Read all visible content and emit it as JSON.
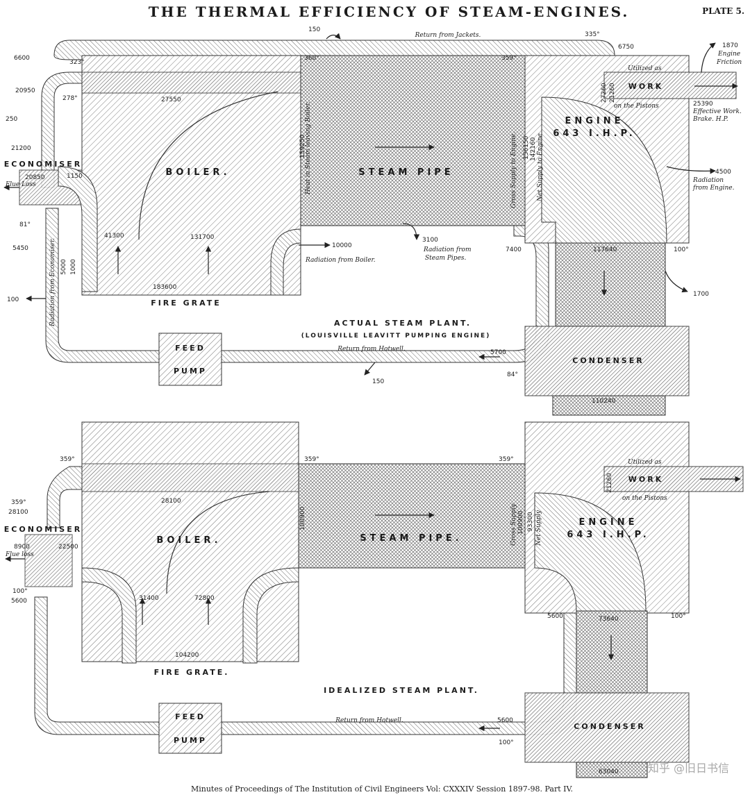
{
  "title": "THE THERMAL EFFICIENCY OF STEAM-ENGINES.",
  "plate": "PLATE 5.",
  "footer": "Minutes of Proceedings of The Institution of Civil Engineers Vol: CXXXIV Session 1897-98. Part IV.",
  "watermark": "知乎 @旧日书信",
  "actual": {
    "caption": "ACTUAL STEAM PLANT.",
    "subcaption": "(LOUISVILLE LEAVITT PUMPING ENGINE)",
    "boiler": "BOILER.",
    "steam_pipe": "STEAM PIPE",
    "engine": "ENGINE",
    "engine_hp": "643 I.H.P.",
    "condenser": "CONDENSER",
    "economiser": "ECONOMISER",
    "feed": "FEED",
    "pump": "PUMP",
    "fire_grate": "FIRE GRATE",
    "work": "WORK",
    "return_jackets": "Return from Jackets.",
    "return_hotwell": "Return from Hotwell.",
    "flue_loss": "Flue Loss",
    "radiation_boiler": "Radiation from Boiler.",
    "radiation_pipes_1": "Radiation from",
    "radiation_pipes_2": "Steam Pipes.",
    "radiation_engine_1": "Radiation",
    "radiation_engine_2": "from Engine.",
    "radiation_economiser": "Radiation from Economiser.",
    "utilized_as": "Utilized as",
    "on_pistons": "on the Pistons",
    "effective_work_1": "Effective Work.",
    "effective_work_2": "Brake. H.P.",
    "engine_friction_1": "Engine",
    "engine_friction_2": "Friction",
    "heat_steam_boiler": "Heat in Steam leaving Boiler.",
    "gross_supply": "Gross Supply to Engine.",
    "net_supply": "Net Supply to Engine",
    "numbers": {
      "n150a": "150",
      "n335": "335°",
      "n6750": "6750",
      "n1870": "1870",
      "n6600": "6600",
      "n323": "323°",
      "n360": "360°",
      "n359": "359°",
      "n20950": "20950",
      "n278": "278°",
      "n27550": "27550",
      "n27260": "27260",
      "n21260": "21260",
      "n25390": "25390",
      "n250": "250",
      "n21200": "21200",
      "n159250": "159250",
      "n156150": "156150",
      "n142160": "142160",
      "n4500": "4500",
      "n20850": "20850",
      "n1150": "1150",
      "n81": "81°",
      "n5450": "5450",
      "n5000": "5000",
      "n1000": "1000",
      "n41300": "41300",
      "n131700": "131700",
      "n10000": "10000",
      "n3100": "3100",
      "n7400": "7400",
      "n117640": "117640",
      "n100": "100°",
      "n183600": "183600",
      "n1700": "1700",
      "n100b": "100",
      "n5700": "5700",
      "n84": "84°",
      "n150b": "150",
      "n110240": "110240"
    }
  },
  "ideal": {
    "caption": "IDEALIZED STEAM PLANT.",
    "boiler": "BOILER.",
    "steam_pipe": "STEAM PIPE.",
    "engine": "ENGINE",
    "engine_hp": "643 I.H.P.",
    "condenser": "CONDENSER",
    "economiser": "ECONOMISER",
    "feed": "FEED",
    "pump": "PUMP",
    "fire_grate": "FIRE GRATE.",
    "work": "WORK",
    "return_hotwell": "Return from Hotwell.",
    "flue_loss": "Flue loss",
    "utilized_as": "Utilized as",
    "on_pistons": "on the Pistons",
    "gross_supply": "Gross Supply",
    "net_supply": "Net Supply",
    "numbers": {
      "n359a": "359°",
      "n359b": "359°",
      "n359c": "359°",
      "n359d": "359°",
      "n28100a": "28100",
      "n28100b": "28100",
      "n21260": "21260",
      "n100900a": "100900",
      "n100900b": "100900",
      "n93300": "93300",
      "n8900": "8900",
      "n22500": "22500",
      "n100a": "100°",
      "n5600a": "5600",
      "n31400": "31400",
      "n72800": "72800",
      "n104200": "104200",
      "n5600b": "5600",
      "n73640": "73640",
      "n100b": "100°",
      "n5600c": "5600",
      "n100c": "100°",
      "n63040": "63040"
    }
  }
}
